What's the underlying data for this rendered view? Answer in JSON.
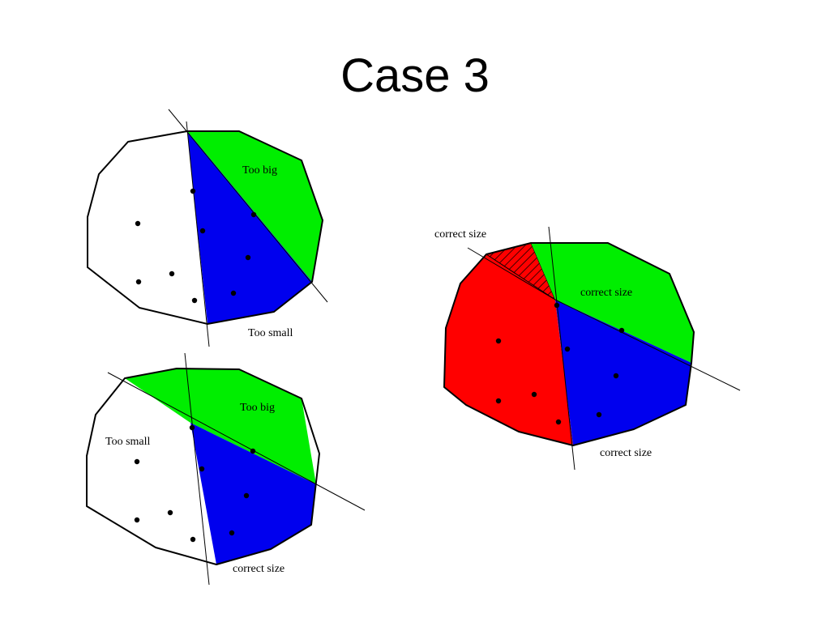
{
  "slide": {
    "title": "Case 3"
  },
  "colors": {
    "green": "#00ee00",
    "blue": "#0000ee",
    "red": "#ff0000",
    "outline": "#000000",
    "point": "#000000"
  },
  "panels": {
    "top_left": {
      "label_green": "Too big",
      "label_white": "Too small"
    },
    "bottom_left": {
      "label_white": "Too small",
      "label_green": "Too big",
      "label_blue": "correct size"
    },
    "right": {
      "label_hatch": "correct size",
      "label_green": "correct size",
      "label_blue": "correct size"
    }
  }
}
